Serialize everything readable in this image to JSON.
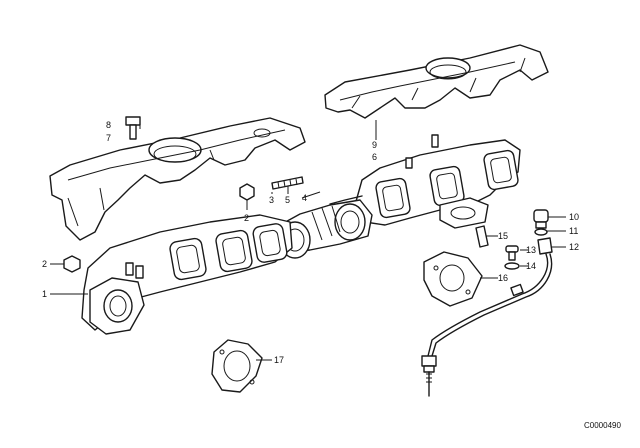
{
  "callouts": {
    "c1": "1",
    "c2": "2",
    "c2b": "2",
    "c3": "3",
    "c4": "4",
    "c5": "5",
    "c6": "6",
    "c7": "7",
    "c8": "8",
    "c9": "9",
    "c10": "10",
    "c11": "11",
    "c12": "12",
    "c13": "13",
    "c14": "14",
    "c15": "15",
    "c16": "16",
    "c17": "17"
  },
  "diagram_code": "C0000490"
}
